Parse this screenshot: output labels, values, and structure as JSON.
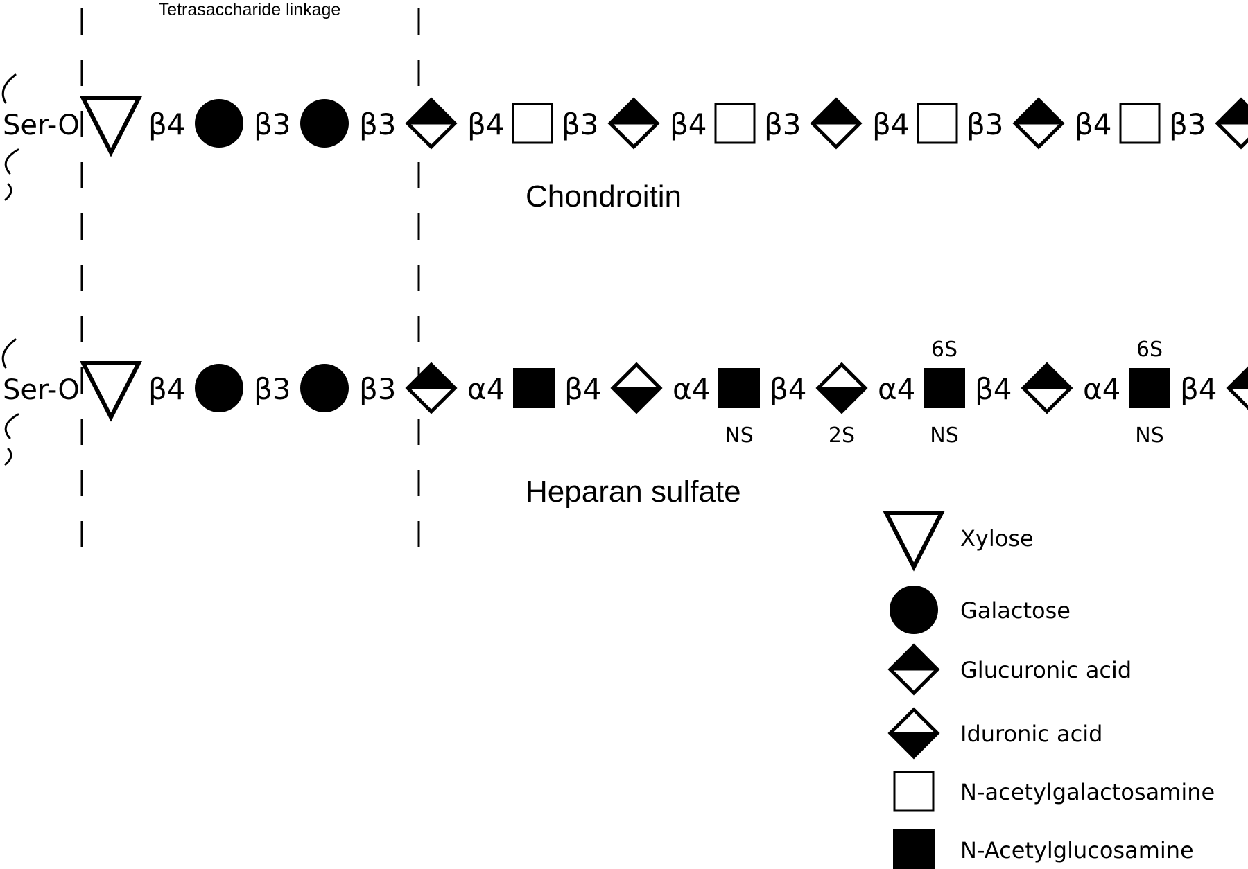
{
  "linkage_label": "Tetrasaccharide linkage",
  "chains": [
    {
      "name": "Chondroitin",
      "anchor": "Ser-O",
      "items": [
        {
          "kind": "sugar",
          "sugar": "xylose"
        },
        {
          "kind": "bond",
          "text": "β4"
        },
        {
          "kind": "sugar",
          "sugar": "galactose"
        },
        {
          "kind": "bond",
          "text": "β3"
        },
        {
          "kind": "sugar",
          "sugar": "galactose"
        },
        {
          "kind": "bond",
          "text": "β3"
        },
        {
          "kind": "sugar",
          "sugar": "glucuronic"
        },
        {
          "kind": "bond",
          "text": "β4"
        },
        {
          "kind": "sugar",
          "sugar": "galnac"
        },
        {
          "kind": "bond",
          "text": "β3"
        },
        {
          "kind": "sugar",
          "sugar": "glucuronic"
        },
        {
          "kind": "bond",
          "text": "β4"
        },
        {
          "kind": "sugar",
          "sugar": "galnac"
        },
        {
          "kind": "bond",
          "text": "β3"
        },
        {
          "kind": "sugar",
          "sugar": "glucuronic"
        },
        {
          "kind": "bond",
          "text": "β4"
        },
        {
          "kind": "sugar",
          "sugar": "galnac"
        },
        {
          "kind": "bond",
          "text": "β3"
        },
        {
          "kind": "sugar",
          "sugar": "glucuronic"
        },
        {
          "kind": "bond",
          "text": "β4"
        },
        {
          "kind": "sugar",
          "sugar": "galnac"
        },
        {
          "kind": "bond",
          "text": "β3"
        },
        {
          "kind": "sugar",
          "sugar": "glucuronic"
        }
      ]
    },
    {
      "name": "Heparan sulfate",
      "anchor": "Ser-O",
      "items": [
        {
          "kind": "sugar",
          "sugar": "xylose"
        },
        {
          "kind": "bond",
          "text": "β4"
        },
        {
          "kind": "sugar",
          "sugar": "galactose"
        },
        {
          "kind": "bond",
          "text": "β3"
        },
        {
          "kind": "sugar",
          "sugar": "galactose"
        },
        {
          "kind": "bond",
          "text": "β3"
        },
        {
          "kind": "sugar",
          "sugar": "glucuronic"
        },
        {
          "kind": "bond",
          "text": "α4"
        },
        {
          "kind": "sugar",
          "sugar": "glcnac"
        },
        {
          "kind": "bond",
          "text": "β4"
        },
        {
          "kind": "sugar",
          "sugar": "iduronic"
        },
        {
          "kind": "bond",
          "text": "α4"
        },
        {
          "kind": "sugar",
          "sugar": "glcnac",
          "below": "NS"
        },
        {
          "kind": "bond",
          "text": "β4"
        },
        {
          "kind": "sugar",
          "sugar": "iduronic",
          "below": "2S"
        },
        {
          "kind": "bond",
          "text": "α4"
        },
        {
          "kind": "sugar",
          "sugar": "glcnac",
          "above": "6S",
          "below": "NS"
        },
        {
          "kind": "bond",
          "text": "β4"
        },
        {
          "kind": "sugar",
          "sugar": "glucuronic"
        },
        {
          "kind": "bond",
          "text": "α4"
        },
        {
          "kind": "sugar",
          "sugar": "glcnac",
          "above": "6S",
          "below": "NS"
        },
        {
          "kind": "bond",
          "text": "β4"
        },
        {
          "kind": "sugar",
          "sugar": "glucuronic"
        }
      ]
    }
  ],
  "legend": [
    {
      "sugar": "xylose",
      "label": "Xylose"
    },
    {
      "sugar": "galactose",
      "label": "Galactose"
    },
    {
      "sugar": "glucuronic",
      "label": "Glucuronic acid"
    },
    {
      "sugar": "iduronic",
      "label": "Iduronic acid"
    },
    {
      "sugar": "galnac",
      "label": "N-acetylgalactosamine"
    },
    {
      "sugar": "glcnac",
      "label": "N-Acetylglucosamine"
    }
  ],
  "colors": {
    "ink": "#000000",
    "paper": "#ffffff"
  }
}
